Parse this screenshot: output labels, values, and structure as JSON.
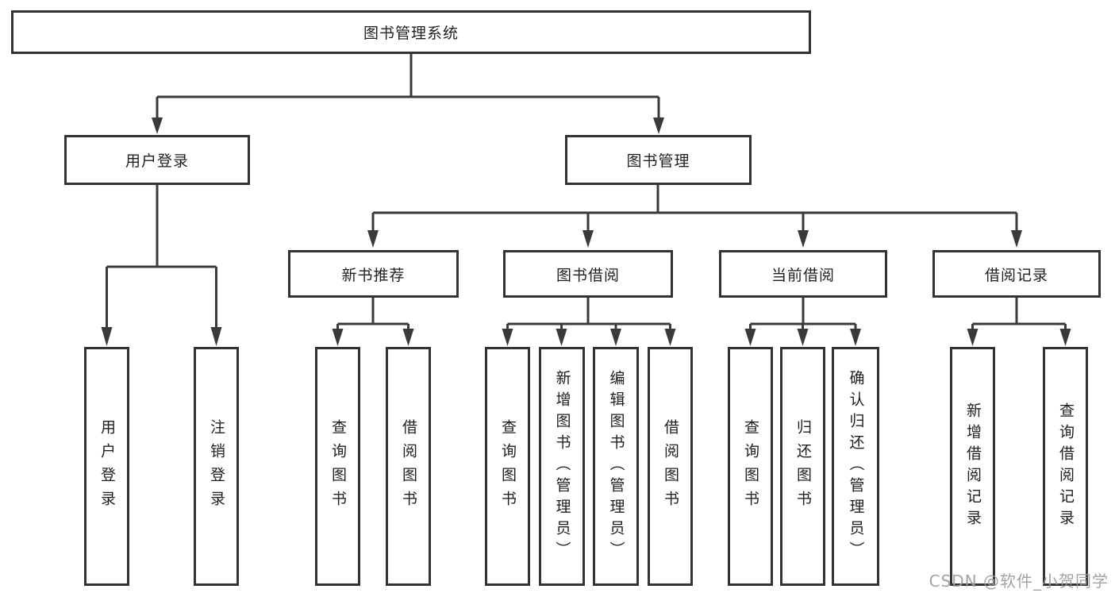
{
  "diagram": {
    "root": {
      "label": "图书管理系统"
    },
    "level2": [
      {
        "label": "用户登录"
      },
      {
        "label": "图书管理"
      }
    ],
    "level3": [
      {
        "label": "新书推荐"
      },
      {
        "label": "图书借阅"
      },
      {
        "label": "当前借阅"
      },
      {
        "label": "借阅记录"
      }
    ],
    "leaves": {
      "user_login": [
        "用户登录",
        "注销登录"
      ],
      "new_books": [
        "查询图书",
        "借阅图书"
      ],
      "book_borrow": [
        "查询图书",
        "新增图书（管理员）",
        "编辑图书（管理员）",
        "借阅图书"
      ],
      "current_borrow": [
        "查询图书",
        "归还图书",
        "确认归还（管理员）"
      ],
      "borrow_records": [
        "新增借阅记录",
        "查询借阅记录"
      ]
    }
  },
  "watermark": {
    "text": "CSDN @软件_小贺同学"
  },
  "colors": {
    "line": "#3a3a3a",
    "box_border": "#333333",
    "text": "#1f1f1f",
    "watermark": "#9c9c9c",
    "background": "#ffffff"
  }
}
